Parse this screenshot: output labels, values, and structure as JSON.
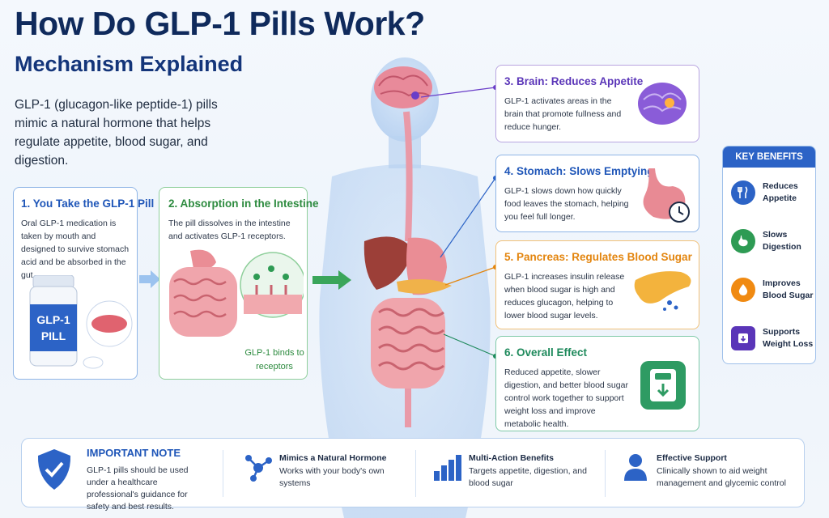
{
  "header": {
    "title": "How Do GLP-1 Pills Work?",
    "subtitle": "Mechanism Explained",
    "intro": "GLP-1 (glucagon-like peptide-1) pills mimic a natural hormone that helps regulate appetite, blood sugar, and digestion."
  },
  "steps": [
    {
      "title": "1. You Take the GLP-1 Pill",
      "text": "Oral GLP-1 medication is taken by mouth and designed to survive stomach acid and be absorbed in the gut."
    },
    {
      "title": "2. Absorption in the Intestine",
      "text": "The pill dissolves in the intestine and activates GLP-1 receptors."
    },
    {
      "title": "3. Brain: Reduces Appetite",
      "text": "GLP-1 activates areas in the brain that promote fullness and reduce hunger."
    },
    {
      "title": "4. Stomach: Slows Emptying",
      "text": "GLP-1 slows down how quickly food leaves the stomach, helping you feel full longer."
    },
    {
      "title": "5. Pancreas: Regulates Blood Sugar",
      "text": "GLP-1 increases insulin release when blood sugar is high and reduces glucagon, helping to lower blood sugar levels."
    },
    {
      "title": "6. Overall Effect",
      "text": "Reduced appetite, slower digestion, and better blood sugar control work together to support weight loss and improve metabolic health."
    }
  ],
  "pill_bottle_label": [
    "GLP-1",
    "PILL"
  ],
  "receptor_caption": "GLP-1 binds to receptors",
  "benefits": {
    "heading": "KEY BENEFITS",
    "items": [
      {
        "label": "Reduces Appetite",
        "icon": "fork-knife-icon",
        "color": "#2c63c6"
      },
      {
        "label": "Slows Digestion",
        "icon": "stomach-icon",
        "color": "#2e9b54"
      },
      {
        "label": "Improves Blood Sugar",
        "icon": "drop-icon",
        "color": "#f08a12"
      },
      {
        "label": "Supports Weight Loss",
        "icon": "scale-icon",
        "color": "#5a35b8"
      }
    ]
  },
  "footer": {
    "note_title": "IMPORTANT NOTE",
    "note_text": "GLP-1 pills should be used under a healthcare professional's guidance for safety and best results.",
    "features": [
      {
        "title": "Mimics a Natural Hormone",
        "text": "Works with your body's own systems",
        "icon": "molecule-icon"
      },
      {
        "title": "Multi-Action Benefits",
        "text": "Targets appetite, digestion, and blood sugar",
        "icon": "bar-chart-icon"
      },
      {
        "title": "Effective Support",
        "text": "Clinically shown to aid weight management and glycemic control",
        "icon": "person-icon"
      }
    ]
  },
  "colors": {
    "primary": "#2c63c6",
    "navy": "#0f2a5c",
    "green": "#2d8b3f",
    "purple": "#5a35b8",
    "orange": "#e3850e",
    "teal": "#1f8a5c"
  }
}
